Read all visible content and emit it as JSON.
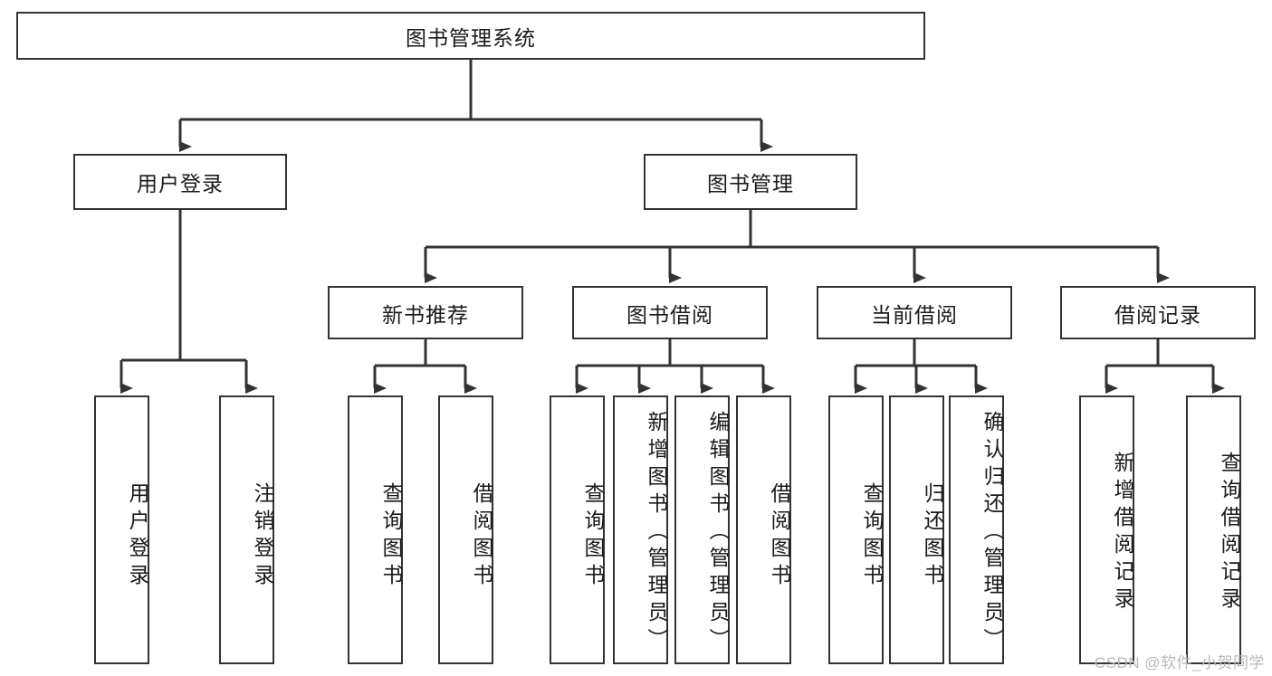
{
  "diagram": {
    "title": "图书管理系统",
    "type": "tree-hierarchy-chart",
    "watermark": "CSDN @软件_小贺同学",
    "colors": {
      "box_border": "#333333",
      "box_fill": "#ffffff",
      "connector": "#333333",
      "text": "#1a1a1a",
      "watermark": "#b9b9b9"
    },
    "levels": {
      "level1": [
        {
          "id": "root",
          "label": "图书管理系统"
        }
      ],
      "level2": [
        {
          "id": "user-login",
          "label": "用户登录"
        },
        {
          "id": "book-manage",
          "label": "图书管理"
        }
      ],
      "level3": [
        {
          "id": "new-book-recommend",
          "label": "新书推荐",
          "parent": "book-manage"
        },
        {
          "id": "book-borrow",
          "label": "图书借阅",
          "parent": "book-manage"
        },
        {
          "id": "current-borrow",
          "label": "当前借阅",
          "parent": "book-manage"
        },
        {
          "id": "borrow-record",
          "label": "借阅记录",
          "parent": "book-manage"
        }
      ],
      "leaves": [
        {
          "id": "leaf-user-login",
          "label": "用户登录",
          "parent": "user-login"
        },
        {
          "id": "leaf-logout-login",
          "label": "注销登录",
          "parent": "user-login"
        },
        {
          "id": "leaf-query-book-1",
          "label": "查询图书",
          "parent": "new-book-recommend"
        },
        {
          "id": "leaf-borrow-book-1",
          "label": "借阅图书",
          "parent": "new-book-recommend"
        },
        {
          "id": "leaf-query-book-2",
          "label": "查询图书",
          "parent": "book-borrow"
        },
        {
          "id": "leaf-add-book",
          "label": "新增图书（管理员）",
          "parent": "book-borrow"
        },
        {
          "id": "leaf-edit-book",
          "label": "编辑图书（管理员）",
          "parent": "book-borrow"
        },
        {
          "id": "leaf-borrow-book-2",
          "label": "借阅图书",
          "parent": "book-borrow"
        },
        {
          "id": "leaf-query-book-3",
          "label": "查询图书",
          "parent": "current-borrow"
        },
        {
          "id": "leaf-return-book",
          "label": "归还图书",
          "parent": "current-borrow"
        },
        {
          "id": "leaf-confirm-return",
          "label": "确认归还（管理员）",
          "parent": "current-borrow"
        },
        {
          "id": "leaf-add-record",
          "label": "新增借阅记录",
          "parent": "borrow-record"
        },
        {
          "id": "leaf-query-record",
          "label": "查询借阅记录",
          "parent": "borrow-record"
        }
      ]
    }
  }
}
